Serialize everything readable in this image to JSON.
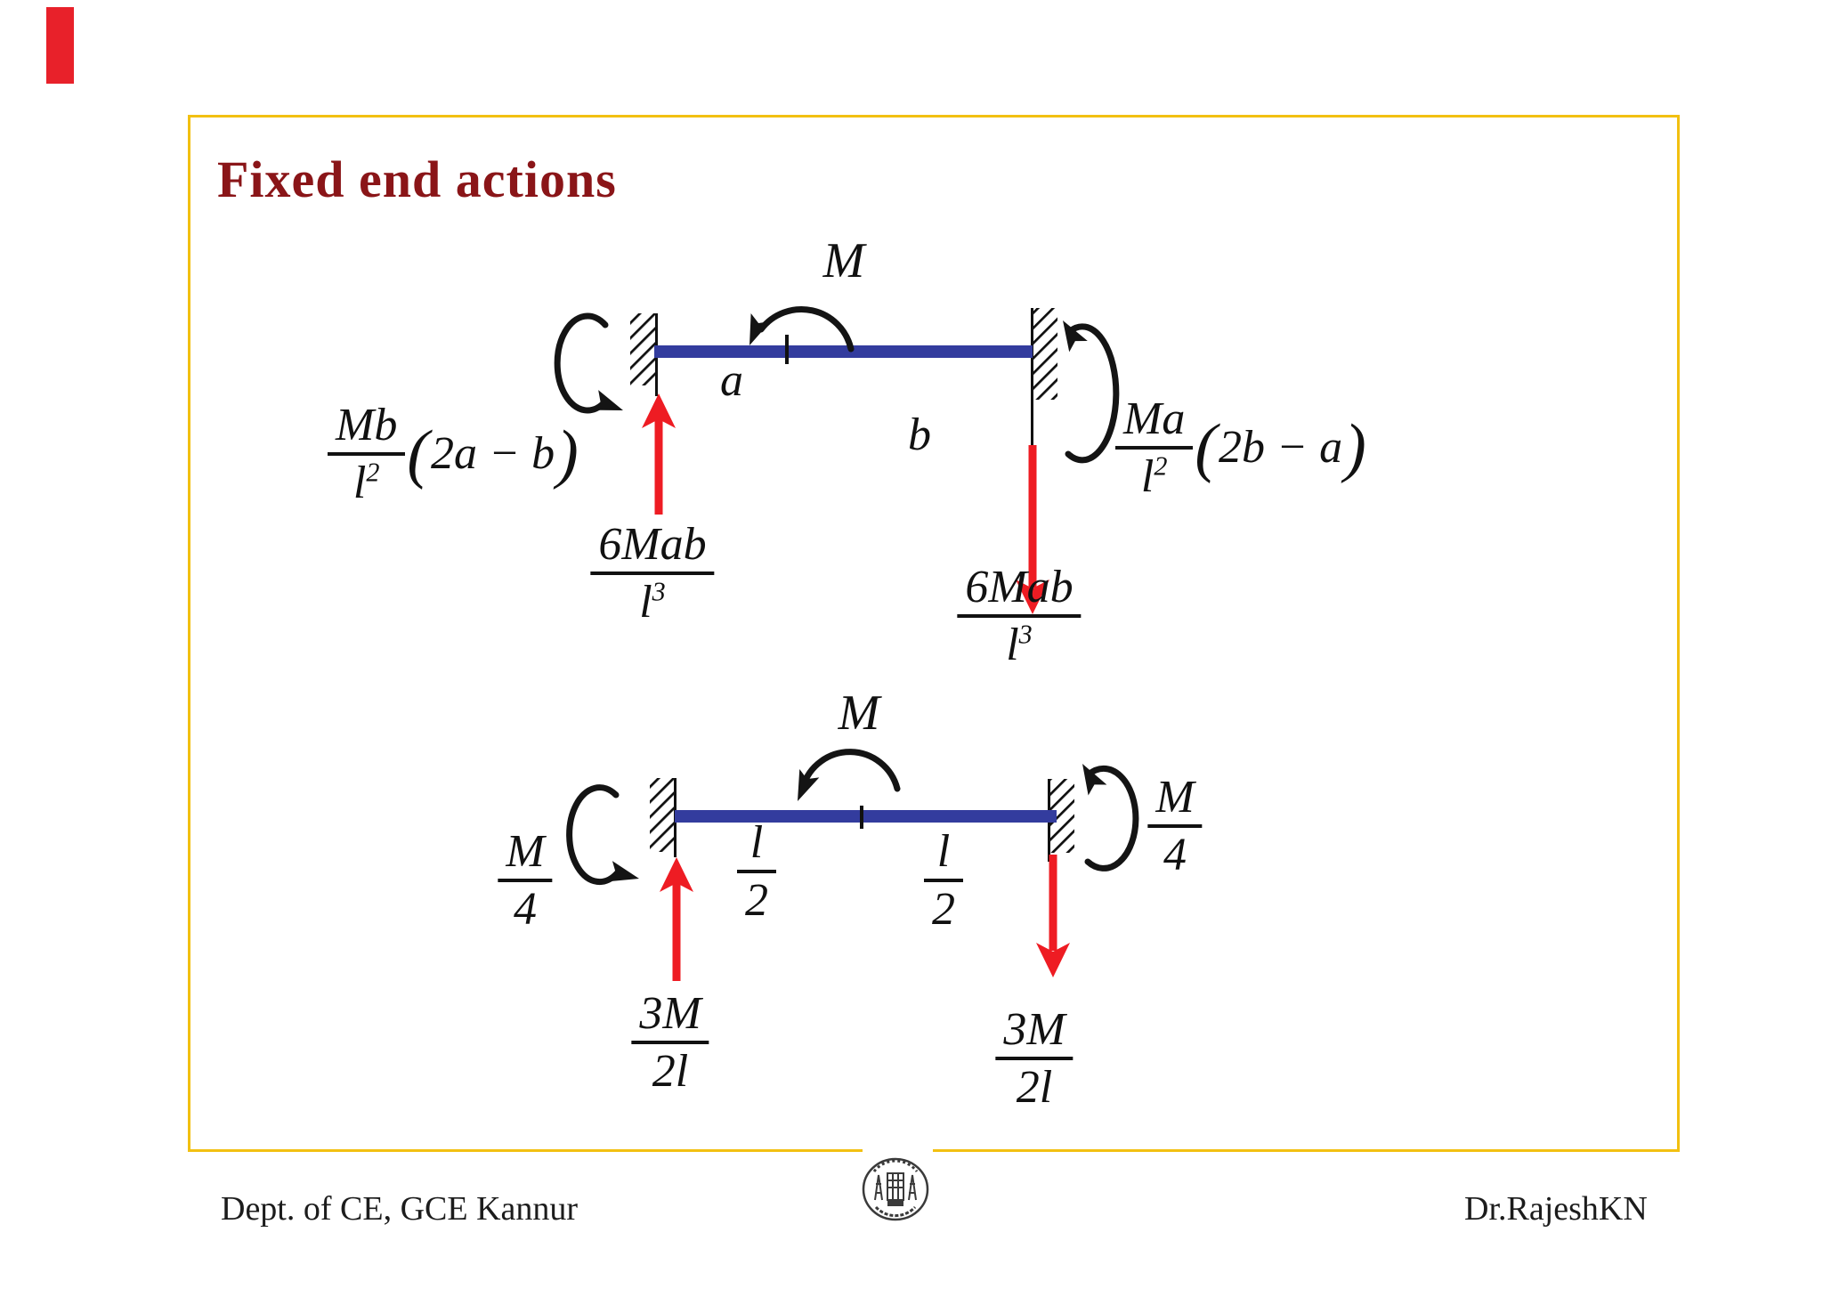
{
  "slide": {
    "title": "Fixed end actions",
    "title_color": "#8a1518",
    "border_color": "#f2c011"
  },
  "colors": {
    "beam_blue": "#333c9e",
    "arrow_red": "#ee1c23",
    "ink_black": "#111111",
    "marker_red": "#e8212a"
  },
  "diagram1": {
    "applied_moment_label": "M",
    "segment_a_label": "a",
    "segment_b_label": "b",
    "left_end_moment": {
      "num": "Mb",
      "den": "l",
      "den_sup": "2",
      "lp": "(",
      "body": "2a − b",
      "rp": ")"
    },
    "right_end_moment": {
      "num": "Ma",
      "den": "l",
      "den_sup": "2",
      "lp": "(",
      "body": "2b − a",
      "rp": ")"
    },
    "left_reaction": {
      "num": "6Mab",
      "den": "l",
      "den_sup": "3"
    },
    "right_reaction": {
      "num": "6Mab",
      "den": "l",
      "den_sup": "3"
    }
  },
  "diagram2": {
    "applied_moment_label": "M",
    "left_segment": {
      "num": "l",
      "den": "2"
    },
    "right_segment": {
      "num": "l",
      "den": "2"
    },
    "left_end_moment": {
      "num": "M",
      "den": "4"
    },
    "right_end_moment": {
      "num": "M",
      "den": "4"
    },
    "left_reaction": {
      "num": "3M",
      "den": "2l"
    },
    "right_reaction": {
      "num": "3M",
      "den": "2l"
    }
  },
  "footer": {
    "left": "Dept. of CE, GCE Kannur",
    "right": "Dr.RajeshKN"
  }
}
